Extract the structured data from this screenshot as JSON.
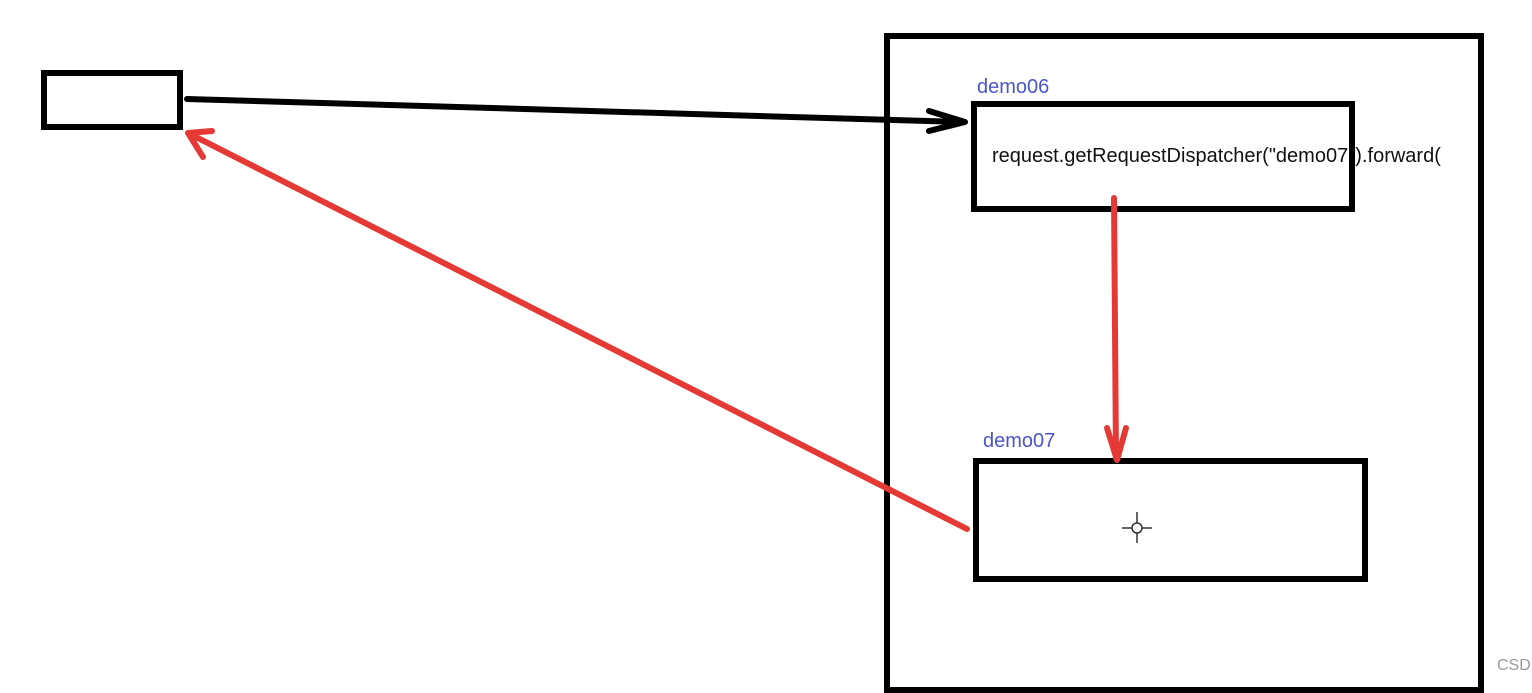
{
  "diagram": {
    "nodes": {
      "demo06": {
        "label": "demo06",
        "code": "request.getRequestDispatcher(\"demo07\").forward("
      },
      "demo07": {
        "label": "demo07"
      }
    },
    "watermark": "CSD",
    "colors": {
      "box_border": "#000000",
      "black_arrow": "#000000",
      "red_arrow": "#e53935",
      "label": "#4a55c8"
    },
    "edges": [
      {
        "from": "client",
        "to": "demo06",
        "color": "black"
      },
      {
        "from": "demo06",
        "to": "demo07",
        "color": "red"
      },
      {
        "from": "demo07",
        "to": "client",
        "color": "red"
      }
    ]
  }
}
